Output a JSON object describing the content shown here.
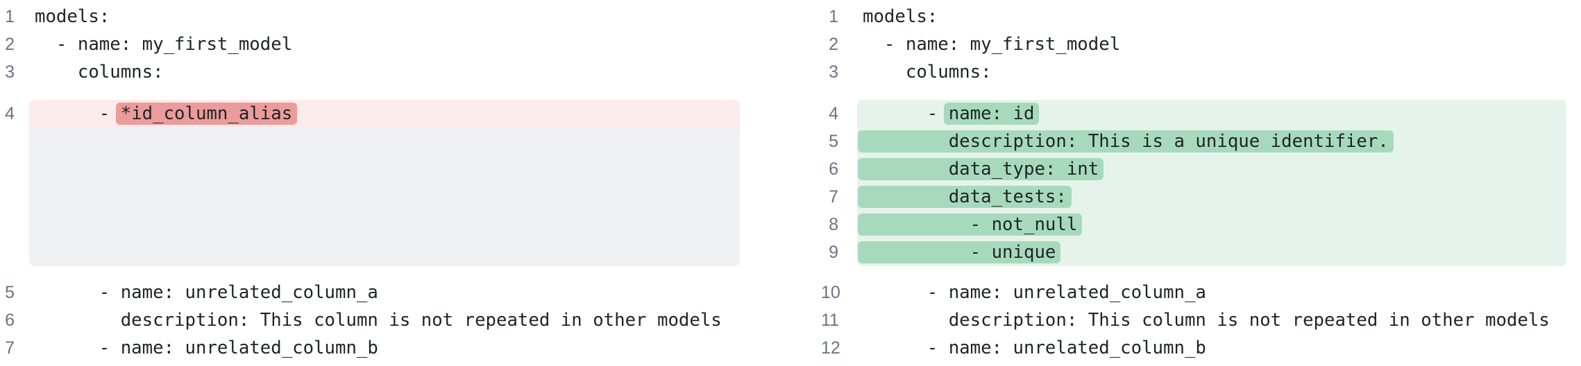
{
  "colors": {
    "removed_line_bg": "#fcebeb",
    "removed_token_bg": "#ec9b9b",
    "added_line_bg": "#e6f3eb",
    "added_token_bg": "#a7dabd",
    "spacer_bg": "#eef0f2",
    "line_number": "#6a7283",
    "code_text": "#1f2328"
  },
  "diff": {
    "left_pane": {
      "context_before": [
        {
          "n": "1",
          "text": "models:"
        },
        {
          "n": "2",
          "text": "  - name: my_first_model"
        },
        {
          "n": "3",
          "text": "    columns:"
        }
      ],
      "change_block": {
        "lines": [
          {
            "n": "4",
            "kind": "removed",
            "pre": "      - ",
            "token": "*id_column_alias",
            "post": ""
          },
          {
            "kind": "spacer"
          }
        ]
      },
      "context_after": [
        {
          "n": "5",
          "text": "      - name: unrelated_column_a"
        },
        {
          "n": "6",
          "text": "        description: This column is not repeated in other models"
        },
        {
          "n": "7",
          "text": "      - name: unrelated_column_b"
        }
      ]
    },
    "right_pane": {
      "context_before": [
        {
          "n": "1",
          "text": "models:"
        },
        {
          "n": "2",
          "text": "  - name: my_first_model"
        },
        {
          "n": "3",
          "text": "    columns:"
        }
      ],
      "change_block": {
        "lines": [
          {
            "n": "4",
            "kind": "added",
            "pre": "      - ",
            "token": "name: id",
            "post": ""
          },
          {
            "n": "5",
            "kind": "added",
            "pre": "",
            "token": "        description: This is a unique identifier.",
            "post": ""
          },
          {
            "n": "6",
            "kind": "added",
            "pre": "",
            "token": "        data_type: int",
            "post": ""
          },
          {
            "n": "7",
            "kind": "added",
            "pre": "",
            "token": "        data_tests:",
            "post": ""
          },
          {
            "n": "8",
            "kind": "added",
            "pre": "",
            "token": "          - not_null",
            "post": ""
          },
          {
            "n": "9",
            "kind": "added",
            "pre": "",
            "token": "          - unique",
            "post": ""
          }
        ]
      },
      "context_after": [
        {
          "n": "10",
          "text": "      - name: unrelated_column_a"
        },
        {
          "n": "11",
          "text": "        description: This column is not repeated in other models"
        },
        {
          "n": "12",
          "text": "      - name: unrelated_column_b"
        }
      ]
    }
  }
}
